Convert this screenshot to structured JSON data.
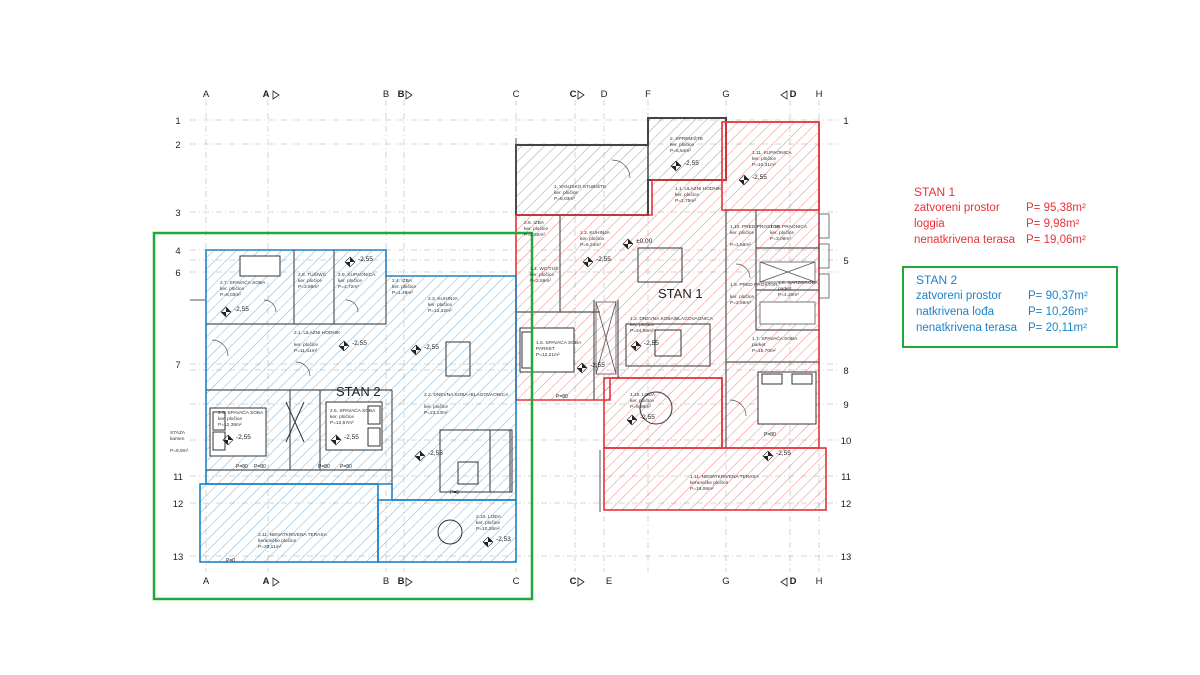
{
  "grid": {
    "top_labels": [
      "A",
      "A",
      "B",
      "B",
      "C",
      "C",
      "D",
      "F",
      "G",
      "D",
      "H"
    ],
    "bottom_labels": [
      "A",
      "A",
      "B",
      "B",
      "C",
      "C",
      "E",
      "G",
      "D",
      "H"
    ],
    "left_labels": [
      "1",
      "2",
      "3",
      "4",
      "6",
      "7",
      "11",
      "12",
      "13"
    ],
    "right_labels": [
      "1",
      "5",
      "8",
      "9",
      "10",
      "11",
      "12",
      "13"
    ]
  },
  "stan1": {
    "label": "STAN 1",
    "rooms": [
      {
        "name": "2. SPREMIŠTE",
        "sub": "ker. pločice",
        "area": "P=5,54m²"
      },
      {
        "name": "1. VANJSKO STUBIŠTE",
        "sub": "ker. pločice",
        "area": "P=8,03m²"
      },
      {
        "name": "1.1. ULAZNI HODNIK",
        "sub": "ker. pločice",
        "area": "P=2,75m²"
      },
      {
        "name": "1.11. KUPAONICA",
        "sub": "ker. pločice",
        "area": "P=10,31m²"
      },
      {
        "name": "1.3. KUHINJA",
        "sub": "ker. pločice",
        "area": "P=6,24m²"
      },
      {
        "name": "1.10. PRED PROSTOR",
        "sub": "ker. pločice",
        "area": "P=1,58m²"
      },
      {
        "name": "1.10. PRAONICA",
        "sub": "ker. pločice",
        "area": "P=3,09m²"
      },
      {
        "name": "1.9. PRED PROSTOR",
        "sub": "ker. pločice",
        "area": "P=2,59m²"
      },
      {
        "name": "1.8. GARDEROBA",
        "sub": "parket",
        "area": "P=4,20m²"
      },
      {
        "name": "1.2. DNEVNA SOBA/BLAGOVAONICA",
        "sub": "ker. pločice",
        "area": "P=24,96m²"
      },
      {
        "name": "1.6. SPAVAĆA SOBA",
        "sub": "PARKET",
        "area": "P=12,21m²"
      },
      {
        "name": "1.7. SPAVAĆA SOBA",
        "sub": "parket",
        "area": "P=15,70m²"
      },
      {
        "name": "1.10. LOĐA",
        "sub": "ker. pločice",
        "area": "P=9,98m²"
      },
      {
        "name": "1.11. NENATKRIVENA TERASA",
        "sub": "keramičke pločice",
        "area": "P=19,06m²"
      },
      {
        "name": "1.4. WC/TUŠ",
        "sub": "ker. pločice",
        "area": "P=2,59m²"
      },
      {
        "name": "2.6. IZBA",
        "sub": "ker. pločice",
        "area": "P=2,92m²"
      }
    ],
    "levels": [
      "-2,55",
      "±0,00",
      "-2,55",
      "-2,55",
      "-2,55",
      "-2,55",
      "-2,55",
      "-2,55"
    ],
    "door_labels": [
      "P=80",
      "P=80"
    ]
  },
  "stan2": {
    "label": "STAN 2",
    "rooms": [
      {
        "name": "2.7. SPAVAĆA SOBA",
        "sub": "ker. pločice",
        "area": "P=8,03m²"
      },
      {
        "name": "2.8. TUŠ/WC",
        "sub": "ker. pločice",
        "area": "P=3,88m²"
      },
      {
        "name": "2.9. KUPAONICA",
        "sub": "ker. pločice",
        "area": "P=4,72m²"
      },
      {
        "name": "2.4. IZBA",
        "sub": "ker. pločice",
        "area": "P=1,48m²"
      },
      {
        "name": "2.3. KUHINJA",
        "sub": "ker. pločice",
        "area": "P=13,32m²"
      },
      {
        "name": "2.1. ULAZNI HODNIK",
        "sub": "ker. pločice",
        "area": "P=11,51m²"
      },
      {
        "name": "2.6. SPAVAĆA SOBA",
        "sub": "ker. pločice",
        "area": "P=12,38m²"
      },
      {
        "name": "2.5. SPAVAĆA SOBA",
        "sub": "ker. pločice",
        "area": "P=12,57m²"
      },
      {
        "name": "2.2. DNEVNA SOBA+BLAGOVAONICA",
        "sub": "ker. pločice",
        "area": "P=23,13m²"
      },
      {
        "name": "2.11. NENATKRIVENA TERASA",
        "sub": "keramičke pločice",
        "area": "P=20,11m²"
      },
      {
        "name": "2.10. LOĐA",
        "sub": "ker. pločice",
        "area": "P=10,26m²"
      },
      {
        "name": "STAZA",
        "sub": "kamen",
        "area": "P=9,9m²"
      }
    ],
    "levels": [
      "-2,55",
      "-2,55",
      "-2,55",
      "-2,55",
      "-2,55",
      "-2,55",
      "-2,55",
      "-2,53"
    ],
    "door_labels": [
      "P=80",
      "P=80",
      "P=80",
      "P=80",
      "P=0",
      "P=0"
    ]
  },
  "legend1": {
    "title": "STAN 1",
    "rows": [
      {
        "label": "zatvoreni prostor",
        "value": "P= 95,38m²"
      },
      {
        "label": "loggia",
        "value": "P= 9,98m²"
      },
      {
        "label": "nenatkrivena terasa",
        "value": "P= 19,06m²"
      }
    ]
  },
  "legend2": {
    "title": "STAN 2",
    "rows": [
      {
        "label": "zatvoreni prostor",
        "value": "P= 90,37m²"
      },
      {
        "label": "natkrivena lođa",
        "value": "P= 10,26m²"
      },
      {
        "label": "nenatkrivena terasa",
        "value": "P= 20,11m²"
      }
    ]
  },
  "colors": {
    "stan1": "#e8313a",
    "stan2": "#1d82c9",
    "outline_green": "#20a83a",
    "grid": "#9a9a9a",
    "walls": "#555555"
  }
}
